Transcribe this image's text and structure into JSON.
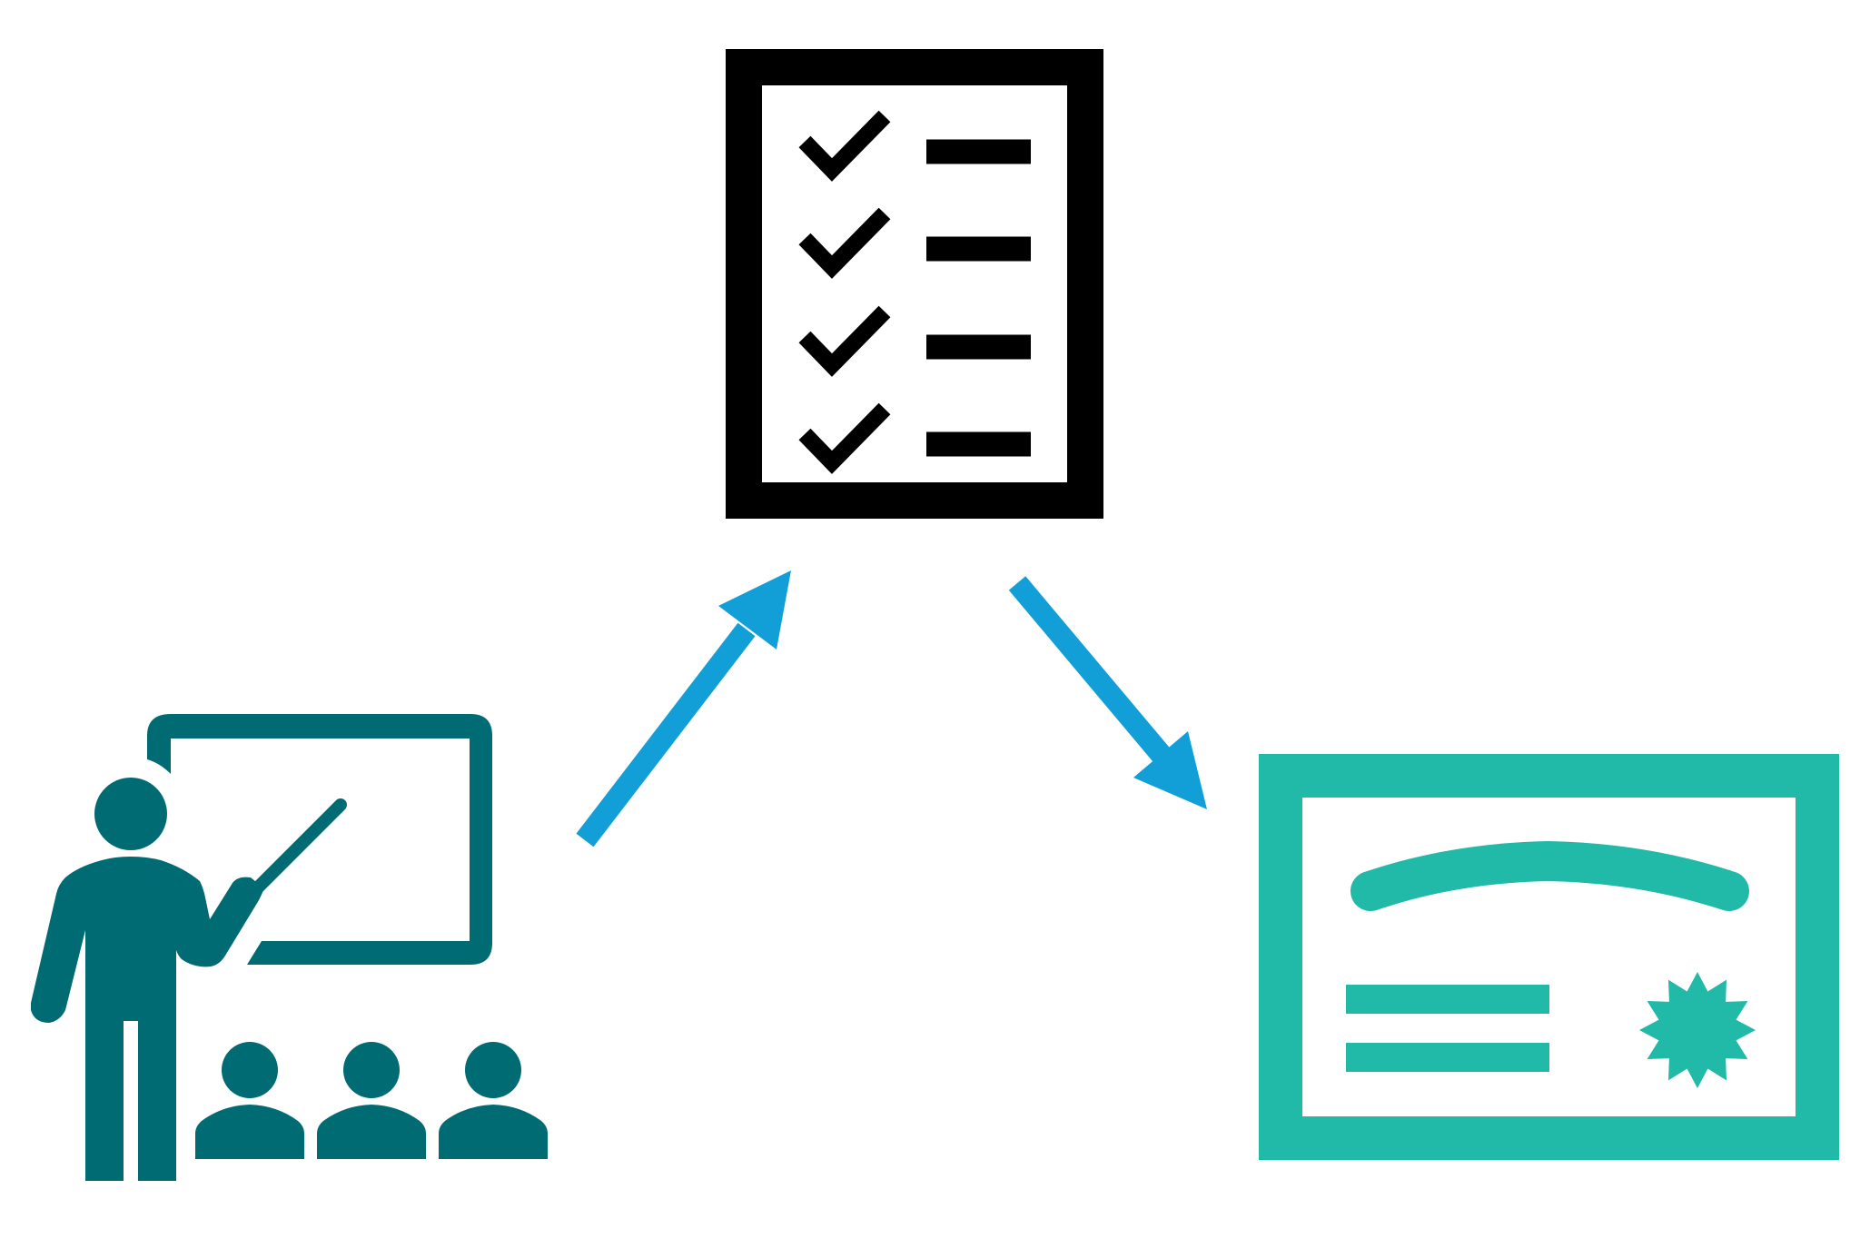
{
  "diagram": {
    "nodes": [
      {
        "id": "training",
        "icon": "teacher-presentation-icon"
      },
      {
        "id": "assessment",
        "icon": "checklist-icon"
      },
      {
        "id": "certification",
        "icon": "certificate-icon"
      }
    ],
    "edges": [
      {
        "from": "training",
        "to": "assessment"
      },
      {
        "from": "assessment",
        "to": "certification"
      }
    ],
    "colors": {
      "training": "#006b73",
      "assessment": "#000000",
      "certification": "#21b9a8",
      "arrow": "#129fd8",
      "background": "#ffffff"
    }
  }
}
